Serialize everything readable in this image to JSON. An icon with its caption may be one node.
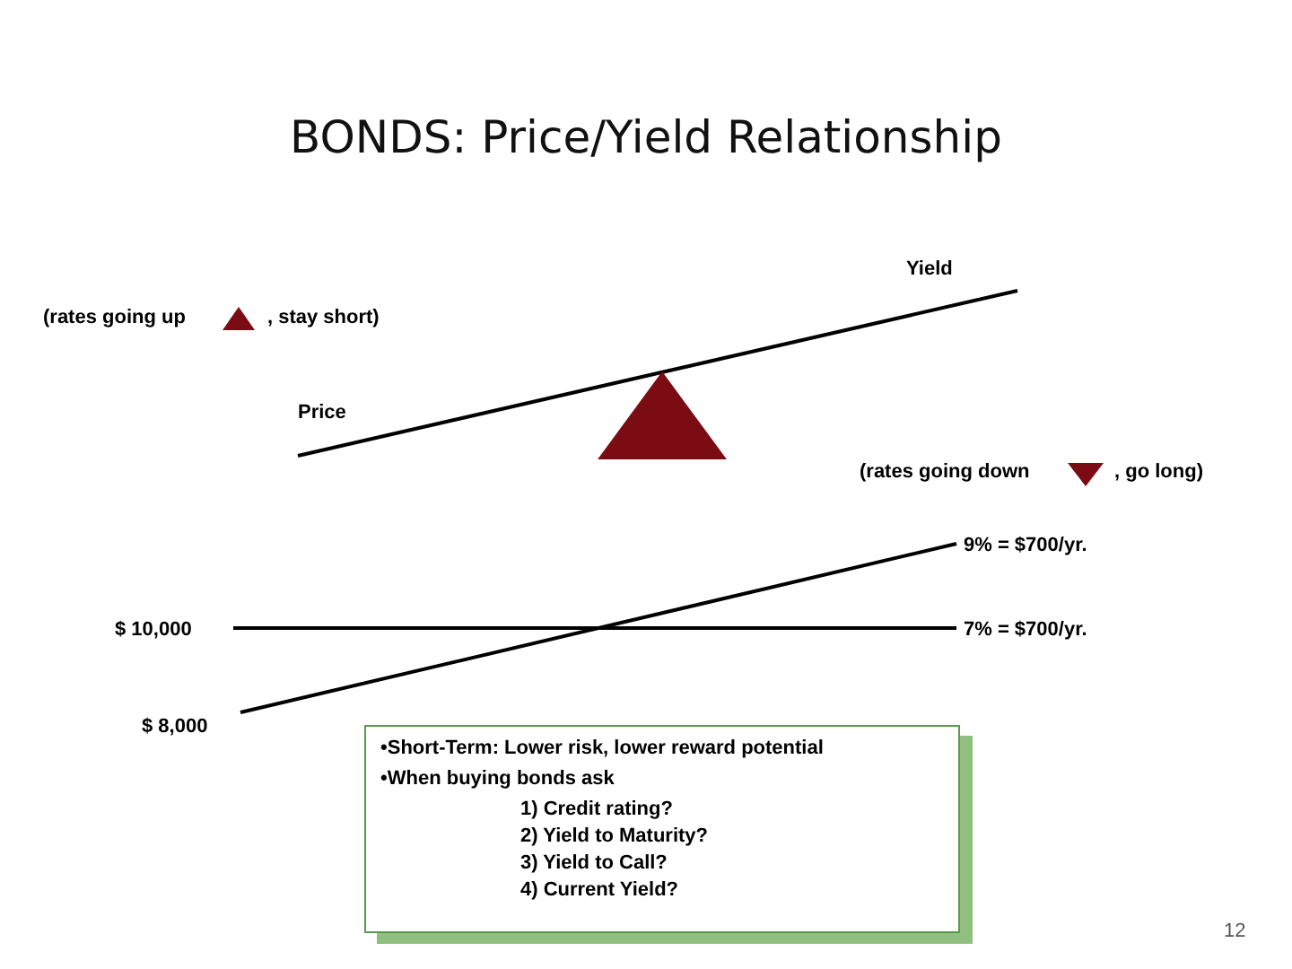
{
  "diagram": {
    "title": "BONDS: Price/Yield Relationship",
    "nodes": [
      {
        "text": [
          "•Short-Term:  Lower risk, lower reward potential",
          "•When buying bonds ask",
          "1) Credit rating?",
          "2) Yield to Maturity?",
          "3) Yield to Call?",
          "4) Current Yield?"
        ]
      }
    ],
    "labels": [
      "Yield",
      "(rates going up",
      ", stay short)",
      "Price",
      "(rates going down",
      ", go long)",
      "9% = $700/yr.",
      "$ 10,000",
      "7% = $700/yr.",
      "$ 8,000",
      "12"
    ]
  }
}
